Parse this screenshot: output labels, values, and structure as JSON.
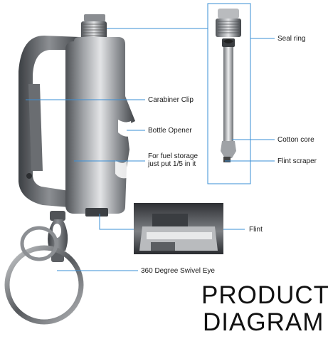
{
  "labels": {
    "seal_ring": "Seal ring",
    "carabiner_clip": "Carabiner Clip",
    "bottle_opener": "Bottle Opener",
    "fuel_storage_line1": "For fuel storage",
    "fuel_storage_line2": "just put 1/5 in it",
    "cotton_core": "Cotton core",
    "flint_scraper": "Flint scraper",
    "flint": "Flint",
    "swivel_eye": "360 Degree Swivel Eye"
  },
  "title": {
    "line1": "PRODUCT",
    "line2": "DIAGRAM"
  },
  "colors": {
    "leader_line": "#3a8fd6",
    "box_border": "#3a8fd6",
    "metal_light": "#d9dadc",
    "metal_mid": "#a7a9ac",
    "metal_dark": "#5c5f63",
    "text": "#1a1a1a"
  }
}
